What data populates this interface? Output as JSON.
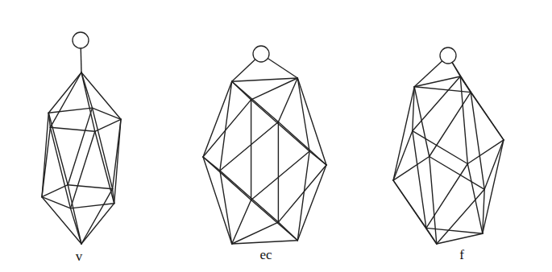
{
  "diagram": {
    "labels": [
      "v",
      "ec",
      "f"
    ]
  }
}
